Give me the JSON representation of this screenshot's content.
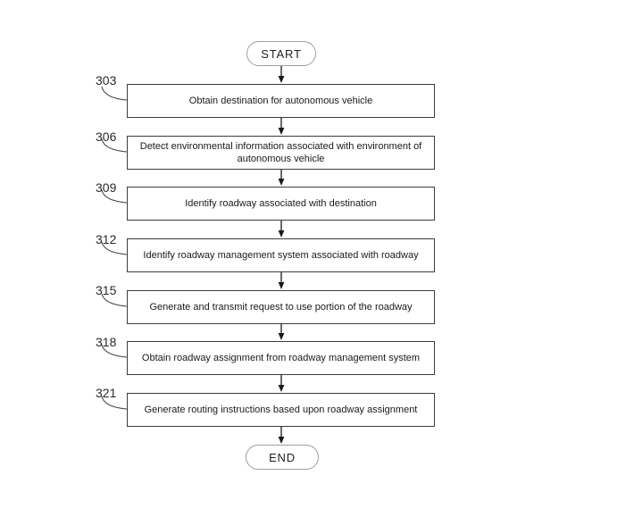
{
  "flowchart": {
    "start_label": "START",
    "end_label": "END",
    "steps": [
      {
        "ref": "303",
        "text": "Obtain destination for autonomous vehicle"
      },
      {
        "ref": "306",
        "text": "Detect environmental information associated with environment of autonomous vehicle"
      },
      {
        "ref": "309",
        "text": "Identify roadway associated with destination"
      },
      {
        "ref": "312",
        "text": "Identify roadway management system associated with roadway"
      },
      {
        "ref": "315",
        "text": "Generate and transmit request to use portion of the roadway"
      },
      {
        "ref": "318",
        "text": "Obtain roadway assignment from roadway management system"
      },
      {
        "ref": "321",
        "text": "Generate routing instructions based upon roadway assignment"
      }
    ],
    "colors": {
      "background": "#ffffff",
      "box_border": "#3c3c3c",
      "terminal_border": "#9e9e9e",
      "line": "#1a1a1a",
      "text": "#1a1a1a"
    }
  }
}
